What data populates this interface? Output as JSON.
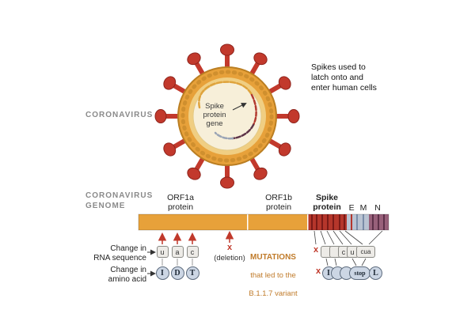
{
  "labels": {
    "coronavirus": "CORONAVIRUS",
    "genome": "CORONAVIRUS\nGENOME"
  },
  "virus": {
    "inner_label": "Spike\nprotein\ngene",
    "note": "Spikes used to\nlatch onto and\nenter human cells"
  },
  "genome": {
    "orf1a": "ORF1a\nprotein",
    "orf1b": "ORF1b\nprotein",
    "spike": "Spike\nprotein",
    "em": "E M",
    "n": "N"
  },
  "mut": {
    "left": {
      "rna_label": "Change in\nRNA sequence",
      "amino_label": "Change in\namino acid",
      "rna": [
        "u",
        "a",
        "c"
      ],
      "x": "x",
      "deletion": "(deletion)",
      "amino": [
        "I",
        "D",
        "T"
      ]
    },
    "note": {
      "l1": "MUTATIONS",
      "l2": "that led to the",
      "l3": "B.1.1.7 variant"
    },
    "right": {
      "x1": "x",
      "x2": "x",
      "rna": [
        "",
        "",
        "c",
        "u",
        "cua"
      ],
      "amino": [
        "I",
        "",
        "",
        "stop",
        "L"
      ]
    }
  },
  "colors": {
    "spike_red": "#b5362b",
    "genome_orange": "#e7a13a",
    "note_orange": "#c07b2a",
    "em_blue": "#b9c3d2",
    "n_mauve": "#98607a"
  }
}
